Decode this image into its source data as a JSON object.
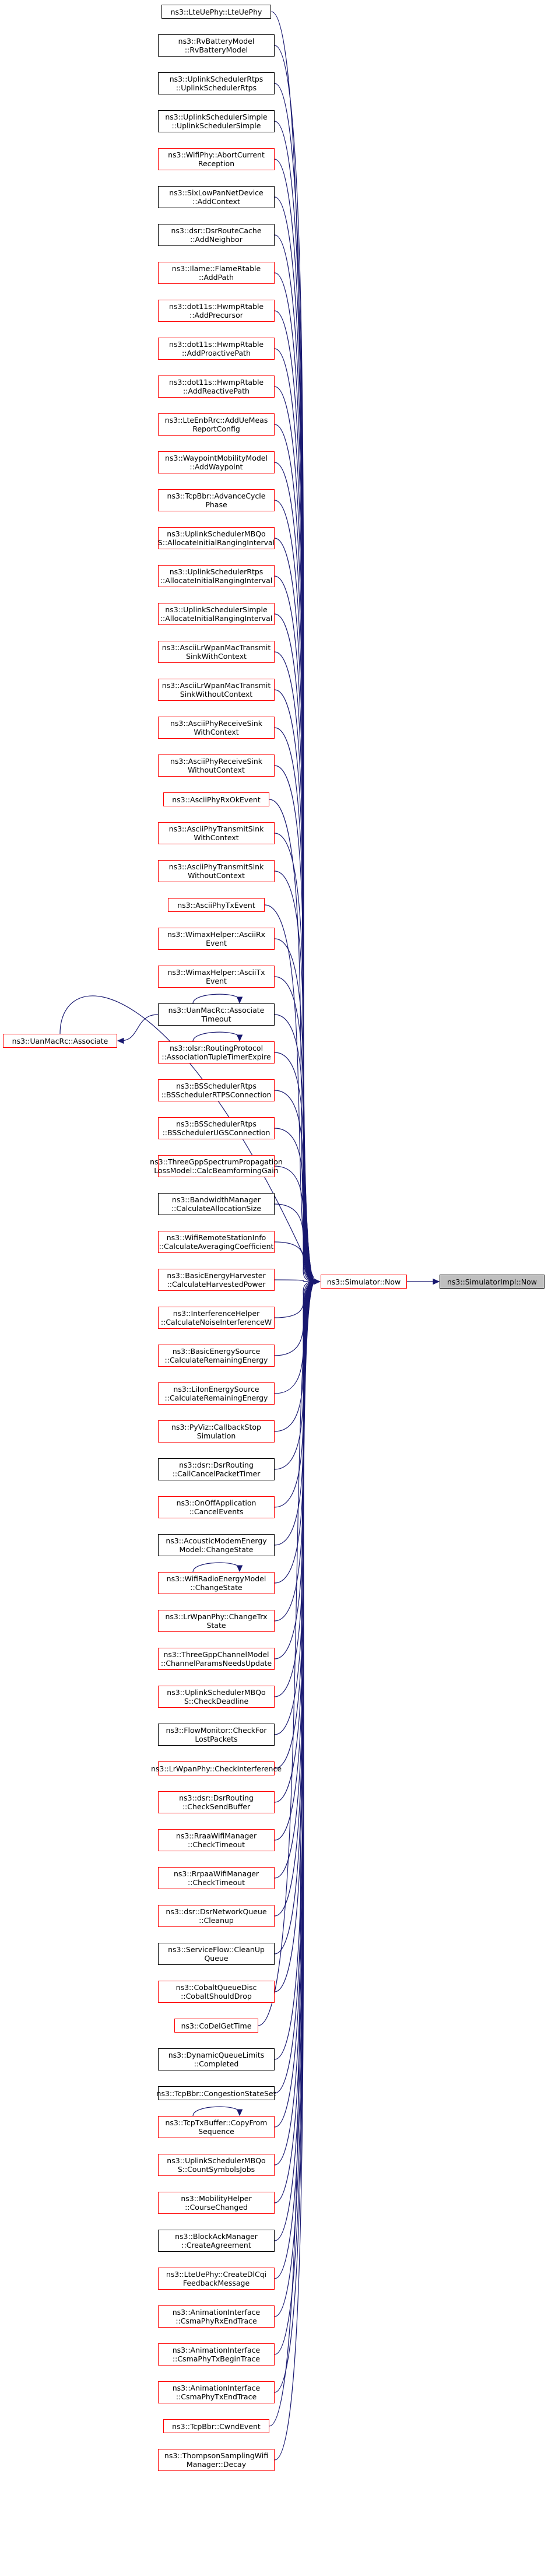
{
  "colors": {
    "edge": "#191970",
    "red_border": "#ff0000",
    "black_border": "#000000",
    "center_fill": "#bfbfbf"
  },
  "root": {
    "label": "ns3::SimulatorImpl::Now"
  },
  "hub": {
    "label": "ns3::Simulator::Now"
  },
  "left": {
    "label": "ns3::UanMacRc::Associate"
  },
  "callers": [
    {
      "label": "ns3::LteUePhy::LteUePhy",
      "style": "black",
      "lines": 1
    },
    {
      "label": "ns3::RvBatteryModel\n::RvBatteryModel",
      "style": "black",
      "lines": 2
    },
    {
      "label": "ns3::UplinkSchedulerRtps\n::UplinkSchedulerRtps",
      "style": "black",
      "lines": 2
    },
    {
      "label": "ns3::UplinkSchedulerSimple\n::UplinkSchedulerSimple",
      "style": "black",
      "lines": 2
    },
    {
      "label": "ns3::WifiPhy::AbortCurrent\nReception",
      "style": "red",
      "lines": 2
    },
    {
      "label": "ns3::SixLowPanNetDevice\n::AddContext",
      "style": "black",
      "lines": 2
    },
    {
      "label": "ns3::dsr::DsrRouteCache\n::AddNeighbor",
      "style": "black",
      "lines": 2
    },
    {
      "label": "ns3::Ilame::FlameRtable\n::AddPath",
      "style": "red",
      "lines": 2
    },
    {
      "label": "ns3::dot11s::HwmpRtable\n::AddPrecursor",
      "style": "red",
      "lines": 2
    },
    {
      "label": "ns3::dot11s::HwmpRtable\n::AddProactivePath",
      "style": "red",
      "lines": 2
    },
    {
      "label": "ns3::dot11s::HwmpRtable\n::AddReactivePath",
      "style": "red",
      "lines": 2
    },
    {
      "label": "ns3::LteEnbRrc::AddUeMeas\nReportConfig",
      "style": "red",
      "lines": 2
    },
    {
      "label": "ns3::WaypointMobilityModel\n::AddWaypoint",
      "style": "red",
      "lines": 2
    },
    {
      "label": "ns3::TcpBbr::AdvanceCycle\nPhase",
      "style": "red",
      "lines": 2
    },
    {
      "label": "ns3::UplinkSchedulerMBQo\nS::AllocateInitialRangingInterval",
      "style": "red",
      "lines": 2
    },
    {
      "label": "ns3::UplinkSchedulerRtps\n::AllocateInitialRangingInterval",
      "style": "red",
      "lines": 2
    },
    {
      "label": "ns3::UplinkSchedulerSimple\n::AllocateInitialRangingInterval",
      "style": "red",
      "lines": 2
    },
    {
      "label": "ns3::AsciiLrWpanMacTransmit\nSinkWithContext",
      "style": "red",
      "lines": 2
    },
    {
      "label": "ns3::AsciiLrWpanMacTransmit\nSinkWithoutContext",
      "style": "red",
      "lines": 2
    },
    {
      "label": "ns3::AsciiPhyReceiveSink\nWithContext",
      "style": "red",
      "lines": 2
    },
    {
      "label": "ns3::AsciiPhyReceiveSink\nWithoutContext",
      "style": "red",
      "lines": 2
    },
    {
      "label": "ns3::AsciiPhyRxOkEvent",
      "style": "red",
      "lines": 1
    },
    {
      "label": "ns3::AsciiPhyTransmitSink\nWithContext",
      "style": "red",
      "lines": 2
    },
    {
      "label": "ns3::AsciiPhyTransmitSink\nWithoutContext",
      "style": "red",
      "lines": 2
    },
    {
      "label": "ns3::AsciiPhyTxEvent",
      "style": "red",
      "lines": 1
    },
    {
      "label": "ns3::WimaxHelper::AsciiRx\nEvent",
      "style": "red",
      "lines": 2
    },
    {
      "label": "ns3::WimaxHelper::AsciiTx\nEvent",
      "style": "red",
      "lines": 2
    },
    {
      "label": "ns3::UanMacRc::Associate\nTimeout",
      "style": "black",
      "lines": 2,
      "self_loop": true
    },
    {
      "label": "ns3::olsr::RoutingProtocol\n::AssociationTupleTimerExpire",
      "style": "red",
      "lines": 2,
      "self_loop": true
    },
    {
      "label": "ns3::BSSchedulerRtps\n::BSSchedulerRTPSConnection",
      "style": "red",
      "lines": 2
    },
    {
      "label": "ns3::BSSchedulerRtps\n::BSSchedulerUGSConnection",
      "style": "red",
      "lines": 2
    },
    {
      "label": "ns3::ThreeGppSpectrumPropagation\nLossModel::CalcBeamformingGain",
      "style": "red",
      "lines": 2
    },
    {
      "label": "ns3::BandwidthManager\n::CalculateAllocationSize",
      "style": "black",
      "lines": 2
    },
    {
      "label": "ns3::WifiRemoteStationInfo\n::CalculateAveragingCoefficient",
      "style": "red",
      "lines": 2
    },
    {
      "label": "ns3::BasicEnergyHarvester\n::CalculateHarvestedPower",
      "style": "red",
      "lines": 2
    },
    {
      "label": "ns3::InterferenceHelper\n::CalculateNoiseInterferenceW",
      "style": "red",
      "lines": 2
    },
    {
      "label": "ns3::BasicEnergySource\n::CalculateRemainingEnergy",
      "style": "red",
      "lines": 2
    },
    {
      "label": "ns3::LiIonEnergySource\n::CalculateRemainingEnergy",
      "style": "red",
      "lines": 2
    },
    {
      "label": "ns3::PyViz::CallbackStop\nSimulation",
      "style": "red",
      "lines": 2
    },
    {
      "label": "ns3::dsr::DsrRouting\n::CallCancelPacketTimer",
      "style": "black",
      "lines": 2
    },
    {
      "label": "ns3::OnOffApplication\n::CancelEvents",
      "style": "red",
      "lines": 2
    },
    {
      "label": "ns3::AcousticModemEnergy\nModel::ChangeState",
      "style": "black",
      "lines": 2
    },
    {
      "label": "ns3::WifiRadioEnergyModel\n::ChangeState",
      "style": "red",
      "lines": 2,
      "self_loop": true
    },
    {
      "label": "ns3::LrWpanPhy::ChangeTrx\nState",
      "style": "red",
      "lines": 2
    },
    {
      "label": "ns3::ThreeGppChannelModel\n::ChannelParamsNeedsUpdate",
      "style": "red",
      "lines": 2
    },
    {
      "label": "ns3::UplinkSchedulerMBQo\nS::CheckDeadline",
      "style": "red",
      "lines": 2
    },
    {
      "label": "ns3::FlowMonitor::CheckFor\nLostPackets",
      "style": "black",
      "lines": 2
    },
    {
      "label": "ns3::LrWpanPhy::CheckInterference",
      "style": "red",
      "lines": 1
    },
    {
      "label": "ns3::dsr::DsrRouting\n::CheckSendBuffer",
      "style": "red",
      "lines": 2
    },
    {
      "label": "ns3::RraaWifiManager\n::CheckTimeout",
      "style": "red",
      "lines": 2
    },
    {
      "label": "ns3::RrpaaWifiManager\n::CheckTimeout",
      "style": "red",
      "lines": 2
    },
    {
      "label": "ns3::dsr::DsrNetworkQueue\n::Cleanup",
      "style": "red",
      "lines": 2
    },
    {
      "label": "ns3::ServiceFlow::CleanUp\nQueue",
      "style": "black",
      "lines": 2
    },
    {
      "label": "ns3::CobaltQueueDisc\n::CobaltShouldDrop",
      "style": "red",
      "lines": 2
    },
    {
      "label": "ns3::CoDelGetTime",
      "style": "red",
      "lines": 1
    },
    {
      "label": "ns3::DynamicQueueLimits\n::Completed",
      "style": "black",
      "lines": 2
    },
    {
      "label": "ns3::TcpBbr::CongestionStateSet",
      "style": "black",
      "lines": 1
    },
    {
      "label": "ns3::TcpTxBuffer::CopyFrom\nSequence",
      "style": "red",
      "lines": 2,
      "self_loop": true
    },
    {
      "label": "ns3::UplinkSchedulerMBQo\nS::CountSymbolsJobs",
      "style": "red",
      "lines": 2
    },
    {
      "label": "ns3::MobilityHelper\n::CourseChanged",
      "style": "red",
      "lines": 2
    },
    {
      "label": "ns3::BlockAckManager\n::CreateAgreement",
      "style": "black",
      "lines": 2
    },
    {
      "label": "ns3::LteUePhy::CreateDlCqi\nFeedbackMessage",
      "style": "red",
      "lines": 2
    },
    {
      "label": "ns3::AnimationInterface\n::CsmaPhyRxEndTrace",
      "style": "red",
      "lines": 2
    },
    {
      "label": "ns3::AnimationInterface\n::CsmaPhyTxBeginTrace",
      "style": "red",
      "lines": 2
    },
    {
      "label": "ns3::AnimationInterface\n::CsmaPhyTxEndTrace",
      "style": "red",
      "lines": 2
    },
    {
      "label": "ns3::TcpBbr::CwndEvent",
      "style": "red",
      "lines": 1
    },
    {
      "label": "ns3::ThompsonSamplingWifi\nManager::Decay",
      "style": "red",
      "lines": 2
    }
  ]
}
